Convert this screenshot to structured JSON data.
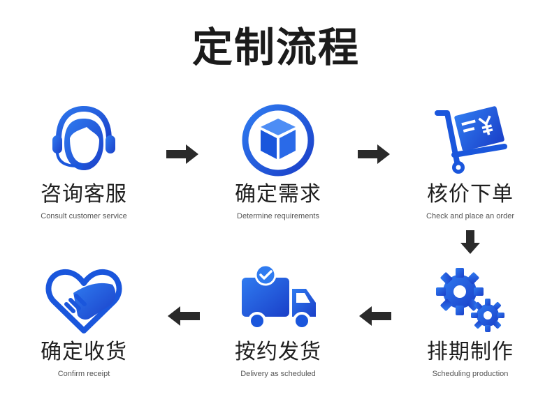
{
  "title": "定制流程",
  "colors": {
    "accent": "#1a56dc",
    "arrow": "#2a2a2a",
    "text": "#1e1e1e"
  },
  "steps": [
    {
      "icon": "headset-agent-icon",
      "label_cn": "咨询客服",
      "label_en": "Consult customer service"
    },
    {
      "icon": "box-in-circle-icon",
      "label_cn": "确定需求",
      "label_en": "Determine requirements"
    },
    {
      "icon": "cart-yen-icon",
      "label_cn": "核价下单",
      "label_en": "Check and place an order"
    },
    {
      "icon": "gears-icon",
      "label_cn": "排期制作",
      "label_en": "Scheduling production"
    },
    {
      "icon": "delivery-truck-icon",
      "label_cn": "按约发货",
      "label_en": "Delivery as scheduled"
    },
    {
      "icon": "heart-handshake-icon",
      "label_cn": "确定收货",
      "label_en": "Confirm receipt"
    }
  ]
}
